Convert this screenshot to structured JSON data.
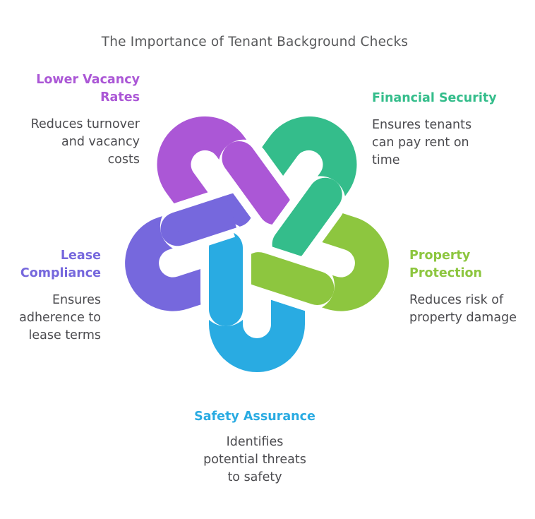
{
  "title": "The Importance of Tenant Background Checks",
  "items": [
    {
      "id": "lower-vacancy-rates",
      "label": "Lower Vacancy Rates",
      "label_lines": [
        "Lower Vacancy",
        "Rates"
      ],
      "desc_lines": [
        "Reduces turnover",
        "and vacancy",
        "costs"
      ],
      "color": "#ab57d6"
    },
    {
      "id": "financial-security",
      "label": "Financial Security",
      "label_lines": [
        "Financial Security"
      ],
      "desc_lines": [
        "Ensures tenants",
        "can pay rent on",
        "time"
      ],
      "color": "#34bd8b"
    },
    {
      "id": "property-protection",
      "label": "Property Protection",
      "label_lines": [
        "Property",
        "Protection"
      ],
      "desc_lines": [
        "Reduces risk of",
        "property damage"
      ],
      "color": "#8dc63f"
    },
    {
      "id": "safety-assurance",
      "label": "Safety Assurance",
      "label_lines": [
        "Safety Assurance"
      ],
      "desc_lines": [
        "Identifies",
        "potential threats",
        "to safety"
      ],
      "color": "#29abe2"
    },
    {
      "id": "lease-compliance",
      "label": "Lease Compliance",
      "label_lines": [
        "Lease",
        "Compliance"
      ],
      "desc_lines": [
        "Ensures",
        "adherence to",
        "lease terms"
      ],
      "color": "#7668dd"
    }
  ]
}
